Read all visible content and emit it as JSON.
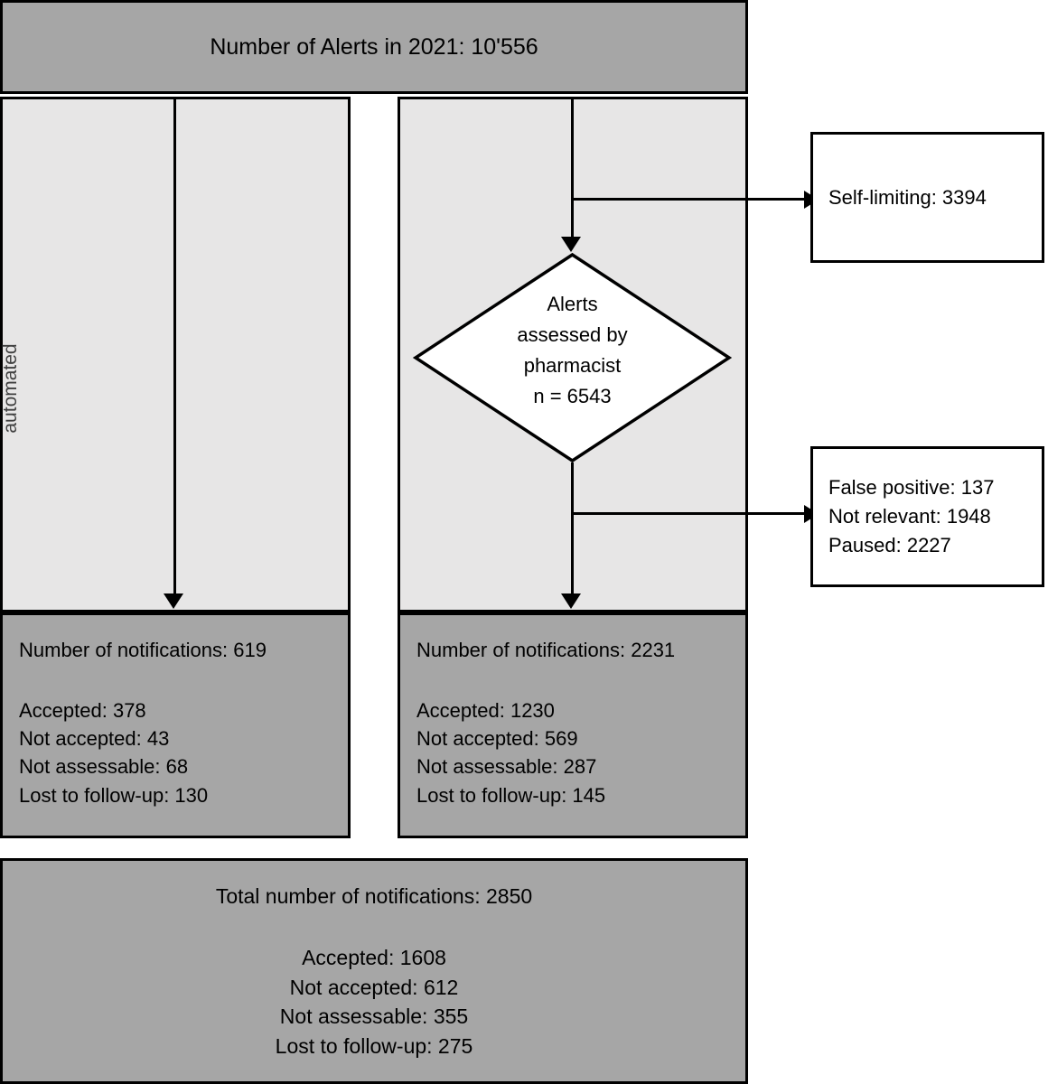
{
  "header": {
    "title": "Number of Alerts in 2021: 10'556"
  },
  "columns": {
    "left": {
      "pathway_label": "automated"
    },
    "right": {
      "decision": {
        "line1": "Alerts",
        "line2": "assessed by",
        "line3": "pharmacist",
        "line4": "n = 6543"
      }
    }
  },
  "side_boxes": {
    "self_limiting": {
      "label": "Self-limiting: 3394"
    },
    "excluded": {
      "line1": "False positive: 137",
      "line2": "Not relevant: 1948",
      "line3": "Paused: 2227"
    }
  },
  "notifications": {
    "left": {
      "heading": "Number of notifications: 619",
      "accepted": "Accepted: 378",
      "not_accepted": "Not accepted: 43",
      "not_assessable": "Not assessable: 68",
      "lost_to_follow_up": "Lost to follow-up: 130"
    },
    "right": {
      "heading": "Number of notifications: 2231",
      "accepted": "Accepted: 1230",
      "not_accepted": "Not accepted: 569",
      "not_assessable": "Not assessable: 287",
      "lost_to_follow_up": "Lost to follow-up: 145"
    },
    "total": {
      "heading": "Total number of notifications: 2850",
      "accepted": "Accepted: 1608",
      "not_accepted": "Not accepted: 612",
      "not_assessable": "Not assessable: 355",
      "lost_to_follow_up": "Lost to follow-up: 275"
    }
  },
  "chart_data": {
    "type": "diagram",
    "title": "Number of Alerts in 2021: 10'556",
    "total_alerts": 10556,
    "branches": [
      {
        "name": "automated",
        "notifications": 619,
        "accepted": 378,
        "not_accepted": 43,
        "not_assessable": 68,
        "lost_to_follow_up": 130
      },
      {
        "name": "pharmacist assessed",
        "assessed": 6543,
        "self_limiting": 3394,
        "false_positive": 137,
        "not_relevant": 1948,
        "paused": 2227,
        "notifications": 2231,
        "accepted": 1230,
        "not_accepted": 569,
        "not_assessable": 287,
        "lost_to_follow_up": 145
      }
    ],
    "total": {
      "notifications": 2850,
      "accepted": 1608,
      "not_accepted": 612,
      "not_assessable": 355,
      "lost_to_follow_up": 275
    },
    "colors": {
      "box_dark": "#a6a6a6",
      "box_light": "#e7e6e6",
      "box_white": "#ffffff",
      "stroke": "#000000"
    }
  }
}
